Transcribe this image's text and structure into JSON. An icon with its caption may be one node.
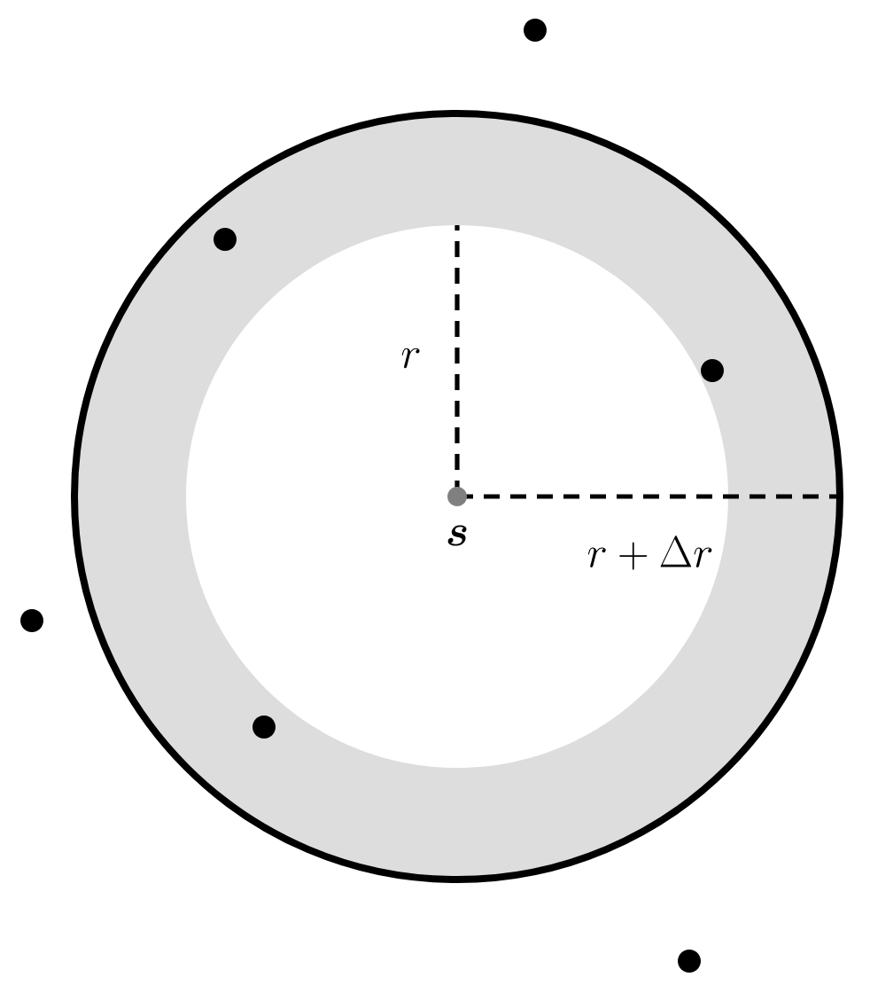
{
  "diagram": {
    "labels": [
      "r",
      "\\boldsymbol{s}",
      "r+\\Delta r"
    ]
  }
}
